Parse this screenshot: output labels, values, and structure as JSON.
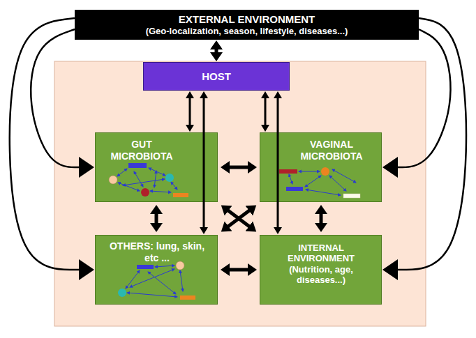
{
  "diagram": {
    "nodes": [
      {
        "text": [
          "EXTERNAL ENVIRONMENT",
          "(Geo-localization, season, lifestyle, diseases...)"
        ]
      },
      {
        "text": [
          "HOST"
        ]
      },
      {
        "text": [
          "GUT MICROBIOTA"
        ]
      },
      {
        "text": [
          "VAGINAL MICROBIOTA"
        ]
      },
      {
        "text": [
          "OTHERS: lung, skin, etc ..."
        ]
      },
      {
        "text": [
          "INTERNAL ENVIRONMENT",
          "(Nutrition, age, diseases...)"
        ]
      }
    ],
    "edges": [
      {
        "from": 0,
        "to": 1,
        "arrow": "both"
      },
      {
        "from": 0,
        "to": 2,
        "arrow": "to"
      },
      {
        "from": 0,
        "to": 4,
        "arrow": "to"
      },
      {
        "from": 0,
        "to": 3,
        "arrow": "to"
      },
      {
        "from": 0,
        "to": 5,
        "arrow": "to"
      },
      {
        "from": 1,
        "to": 2,
        "arrow": "both"
      },
      {
        "from": 1,
        "to": 4,
        "arrow": "both"
      },
      {
        "from": 1,
        "to": 3,
        "arrow": "both"
      },
      {
        "from": 1,
        "to": 5,
        "arrow": "both"
      },
      {
        "from": 2,
        "to": 3,
        "arrow": "both"
      },
      {
        "from": 2,
        "to": 4,
        "arrow": "both"
      },
      {
        "from": 2,
        "to": 5,
        "arrow": "both"
      },
      {
        "from": 3,
        "to": 4,
        "arrow": "both"
      },
      {
        "from": 3,
        "to": 5,
        "arrow": "both"
      },
      {
        "from": 4,
        "to": 5,
        "arrow": "both"
      }
    ]
  }
}
